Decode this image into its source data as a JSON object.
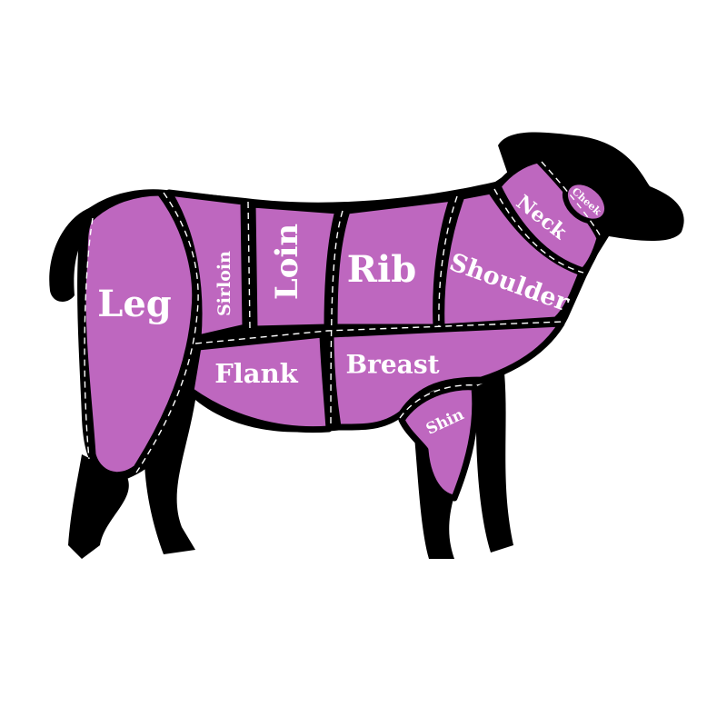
{
  "colors": {
    "cut_fill": "#BE67BF",
    "outline": "#000000",
    "seam": "#FFFFFF",
    "background": "#FFFFFF"
  },
  "cuts": {
    "leg": "Leg",
    "sirloin": "Sirloin",
    "loin": "Loin",
    "rib": "Rib",
    "shoulder": "Shoulder",
    "neck": "Neck",
    "cheek": "Cheek",
    "flank": "Flank",
    "breast": "Breast",
    "shin": "Shin"
  }
}
